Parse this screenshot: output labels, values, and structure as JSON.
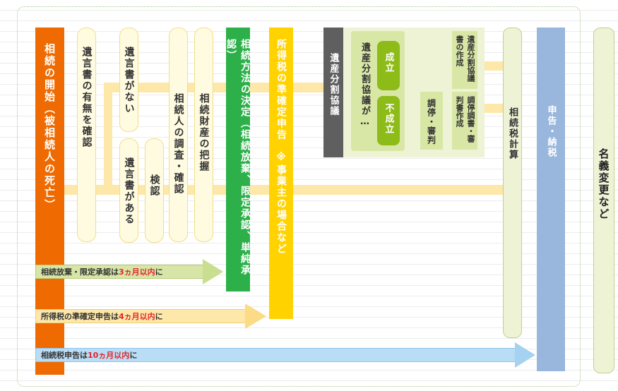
{
  "steps": {
    "start": "相続の開始（被相続人の死亡）",
    "check_will": "遺言書の有無を確認",
    "no_will": "遺言書がない",
    "has_will": "遺言書がある",
    "probate": "検認",
    "heir_research": "相続人の調査・確認",
    "asset_grasp": "相続財産の把握",
    "method_decision": "相続方法の決定（相続放棄、限定承認、単純承認）",
    "income_tax": "所得税の準確定申告　※事業主の場合など",
    "division": "遺産分割協議",
    "division_is": "遺産分割協議が…",
    "success": "成立",
    "failure": "不成立",
    "agreement_doc": "遺産分割協議書の作成",
    "mediation": "調停・審判",
    "mediation_doc": "調停調書・審判書作成",
    "tax_calc": "相続税計算",
    "filing": "申告・納税",
    "name_change": "名義変更など"
  },
  "deadlines": [
    {
      "prefix": "相続放棄・限定承認は",
      "highlight": "3ヵ月以内",
      "suffix": "に"
    },
    {
      "prefix": "所得税の準確定申告は",
      "highlight": "4ヵ月以内",
      "suffix": "に"
    },
    {
      "prefix": "相続税申告は",
      "highlight": "10ヵ月以内",
      "suffix": "に"
    }
  ],
  "colors": {
    "orange": "#ef6a00",
    "green": "#2db04a",
    "yellow": "#ffd200",
    "gray": "#5f5f5f",
    "blue": "#99b6dc",
    "light_green": "#eef3d6",
    "cream": "#fffbe0",
    "band": "#fde7a9",
    "highlight": "#e3242b"
  }
}
